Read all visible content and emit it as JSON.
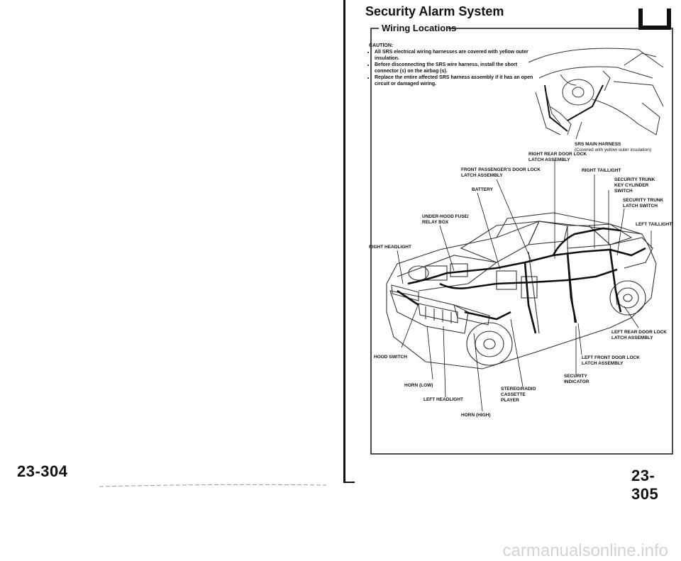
{
  "left_page": {
    "page_number": "23-304"
  },
  "right_page": {
    "page_number": "23-305",
    "title": "Security Alarm System",
    "subtitle": "Wiring Locations",
    "caution": {
      "heading": "CAUTION:",
      "items": [
        "All SRS electrical wiring harnesses are covered with yellow outer insulation.",
        "Before disconnecting the SRS wire harness, install the short connector (s) on the airbag (s).",
        "Replace the entire affected SRS harness assembly if it has an open circuit or damaged wiring."
      ]
    },
    "labels": {
      "srs_main_harness": "SRS MAIN HARNESS",
      "srs_main_harness_note": "(Covered with yellow outer insulation)",
      "right_rear_door_lock": "RIGHT REAR DOOR LOCK\nLATCH ASSEMBLY",
      "front_passenger_door_lock": "FRONT PASSENGER'S DOOR LOCK\nLATCH ASSEMBLY",
      "right_taillight": "RIGHT TAILLIGHT",
      "security_trunk_key_cylinder": "SECURITY TRUNK\nKEY CYLINDER\nSWITCH",
      "battery": "BATTERY",
      "security_trunk_latch": "SECURITY TRUNK\nLATCH SWITCH",
      "under_hood_fuse": "UNDER-HOOD FUSE/\nRELAY BOX",
      "left_taillight": "LEFT TAILLIGHT",
      "right_headlight": "RIGHT HEADLIGHT",
      "left_rear_door_lock": "LEFT REAR DOOR LOCK\nLATCH ASSEMBLY",
      "hood_switch": "HOOD SWITCH",
      "left_front_door_lock": "LEFT FRONT DOOR LOCK\nLATCH ASSEMBLY",
      "security_indicator": "SECURITY\nINDICATOR",
      "horn_low": "HORN (LOW)",
      "stereo_radio": "STEREO/RADIO\nCASSETTE\nPLAYER",
      "left_headlight": "LEFT HEADLIGHT",
      "horn_high": "HORN (HIGH)"
    }
  },
  "footer": {
    "watermark": "carmanualsonline.info"
  }
}
